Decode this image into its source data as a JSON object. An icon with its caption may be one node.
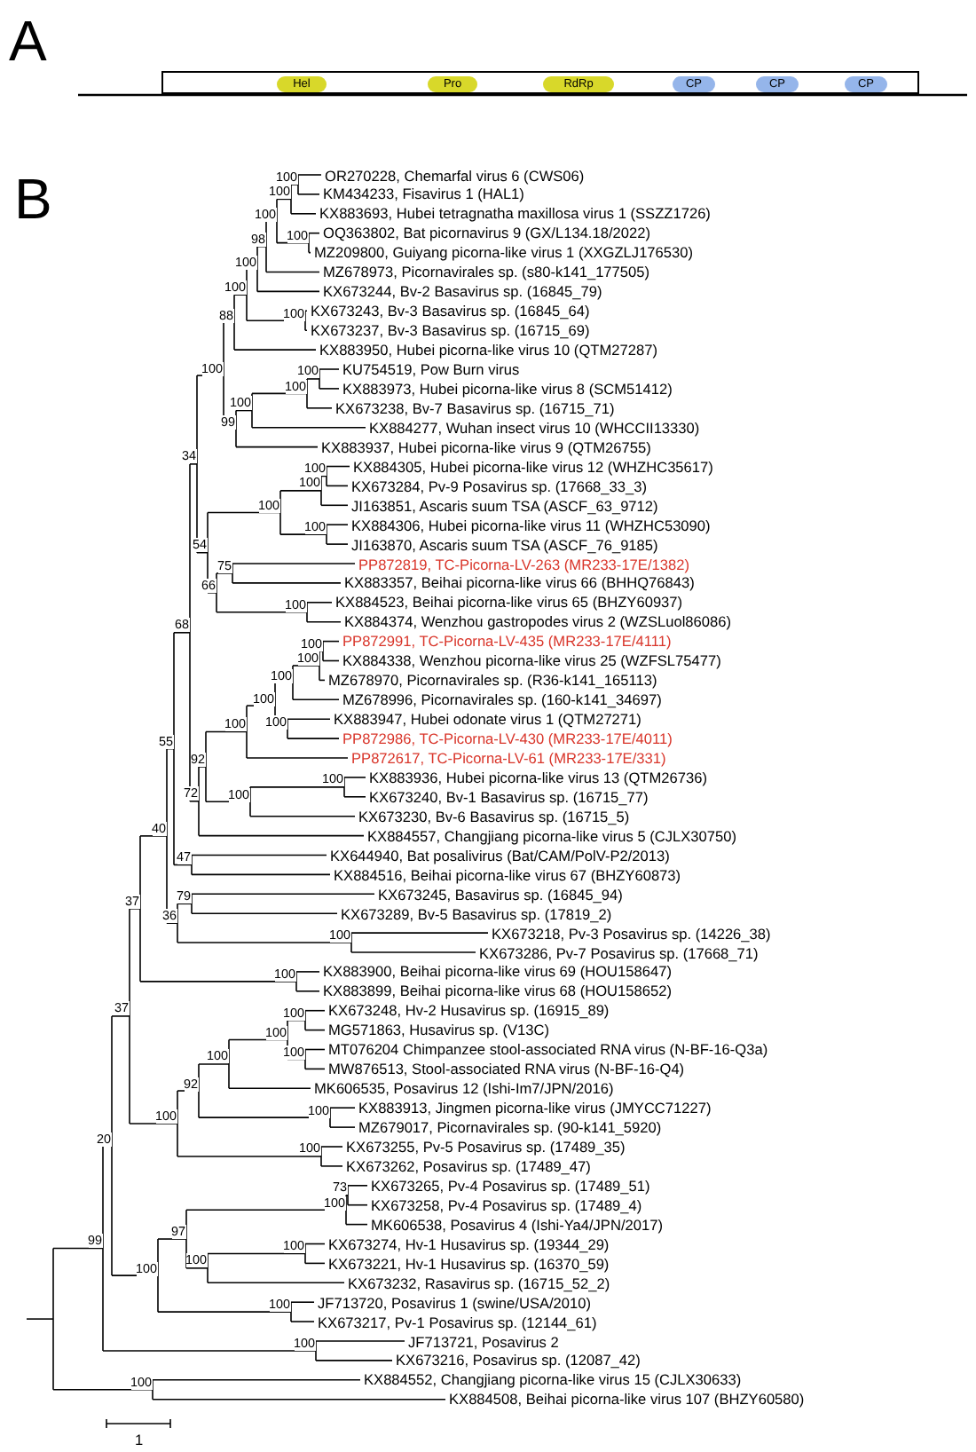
{
  "diagram": {
    "nodes": [
      {
        "text": [],
        "shape": "box"
      },
      {
        "text": [
          "Hel"
        ],
        "in": 0
      },
      {
        "text": [
          "Pro"
        ],
        "in": 0
      },
      {
        "text": [
          "RdRp"
        ],
        "in": 0
      },
      {
        "text": [
          "CP"
        ],
        "in": 0
      },
      {
        "text": [
          "CP"
        ],
        "in": 0
      },
      {
        "text": [
          "CP"
        ],
        "in": 0
      }
    ],
    "labels": [
      "A",
      "B",
      "OR270228, Chemarfal virus 6 (CWS06)",
      "KM434233, Fisavirus 1 (HAL1)",
      "KX883693, Hubei tetragnatha maxillosa virus 1 (SSZZ1726)",
      "OQ363802, Bat picornavirus 9 (GX/L134.18/2022)",
      "MZ209800, Guiyang picorna-like virus 1 (XXGZLJ176530)",
      "MZ678973, Picornavirales sp. (s80-k141_177505)",
      "KX673244, Bv-2 Basavirus sp. (16845_79)",
      "KX673243, Bv-3 Basavirus sp. (16845_64)",
      "KX673237, Bv-3 Basavirus sp. (16715_69)",
      "KX883950, Hubei picorna-like virus 10 (QTM27287)",
      "KU754519, Pow Burn virus",
      "KX883973, Hubei picorna-like virus 8 (SCM51412)",
      "KX673238, Bv-7 Basavirus sp. (16715_71)",
      "KX884277, Wuhan insect virus 10 (WHCCII13330)",
      "KX883937, Hubei picorna-like virus 9 (QTM26755)",
      "KX884305, Hubei picorna-like virus 12 (WHZHC35617)",
      "KX673284, Pv-9 Posavirus sp. (17668_33_3)",
      "JI163851, Ascaris suum TSA (ASCF_63_9712)",
      "KX884306, Hubei picorna-like virus 11 (WHZHC53090)",
      "JI163870, Ascaris suum TSA (ASCF_76_9185)",
      "PP872819, TC-Picorna-LV-263 (MR233-17E/1382)",
      "KX883357, Beihai picorna-like virus 66 (BHHQ76843)",
      "KX884523, Beihai picorna-like virus 65 (BHZY60937)",
      "KX884374, Wenzhou gastropodes virus 2 (WZSLuol86086)",
      "PP872991, TC-Picorna-LV-435 (MR233-17E/4111)",
      "KX884338, Wenzhou picorna-like virus 25 (WZFSL75477)",
      "MZ678970, Picornavirales sp. (R36-k141_165113)",
      "MZ678996, Picornavirales sp. (160-k141_34697)",
      "KX883947, Hubei odonate virus 1 (QTM27271)",
      "PP872986, TC-Picorna-LV-430 (MR233-17E/4011)",
      "PP872617, TC-Picorna-LV-61 (MR233-17E/331)",
      "KX883936, Hubei picorna-like virus 13 (QTM26736)",
      "KX673240, Bv-1 Basavirus sp. (16715_77)",
      "KX673230, Bv-6 Basavirus sp. (16715_5)",
      "KX884557, Changjiang picorna-like virus 5 (CJLX30750)",
      "KX644940, Bat posalivirus (Bat/CAM/PolV-P2/2013)",
      "KX884516, Beihai picorna-like virus 67 (BHZY60873)",
      "KX673245, Basavirus sp. (16845_94)",
      "KX673289, Bv-5 Basavirus sp. (17819_2)",
      "KX673218, Pv-3 Posavirus sp. (14226_38)",
      "KX673286, Pv-7 Posavirus sp. (17668_71)",
      "KX883900, Beihai picorna-like virus 69 (HOU158647)",
      "KX883899, Beihai picorna-like virus 68 (HOU158652)",
      "KX673248, Hv-2 Husavirus sp. (16915_89)",
      "MG571863, Husavirus sp. (V13C)",
      "MT076204 Chimpanzee stool-associated RNA virus (N-BF-16-Q3a)",
      "MW876513, Stool-associated RNA virus (N-BF-16-Q4)",
      "MK606535, Posavirus 12 (Ishi-Im7/JPN/2016)",
      "KX883913, Jingmen picorna-like virus (JMYCC71227)",
      "MZ679017, Picornavirales sp. (90-k141_5920)",
      "KX673255, Pv-5 Posavirus sp. (17489_35)",
      "KX673262, Posavirus sp. (17489_47)",
      "KX673265, Pv-4 Posavirus sp. (17489_51)",
      "KX673258, Pv-4 Posavirus sp. (17489_4)",
      "MK606538, Posavirus 4 (Ishi-Ya4/JPN/2017)",
      "KX673274, Hv-1 Husavirus sp. (19344_29)",
      "KX673221, Hv-1 Husavirus sp. (16370_59)",
      "KX673232, Rasavirus sp. (16715_52_2)",
      "JF713720, Posavirus 1 (swine/USA/2010)",
      "KX673217, Pv-1 Posavirus sp. (12144_61)",
      "JF713721, Posavirus 2",
      "KX673216, Posavirus sp. (12087_42)",
      "KX884552, Changjiang picorna-like virus 15 (CJLX30633)",
      "KX884508, Beihai picorna-like virus 107 (BHZY60580)",
      "100",
      "100",
      "100",
      "100",
      "98",
      "100",
      "100",
      "100",
      "88",
      "100",
      "100",
      "100",
      "99",
      "100",
      "100",
      "100",
      "100",
      "100",
      "75",
      "100",
      "66",
      "54",
      "34",
      "100",
      "100",
      "100",
      "100",
      "100",
      "100",
      "100",
      "100",
      "92",
      "72",
      "68",
      "47",
      "55",
      "79",
      "100",
      "36",
      "40",
      "100",
      "37",
      "100",
      "100",
      "100",
      "100",
      "100",
      "92",
      "100",
      "100",
      "37",
      "73",
      "100",
      "100",
      "100",
      "97",
      "100",
      "100",
      "20",
      "100",
      "99",
      "100",
      "1"
    ]
  }
}
